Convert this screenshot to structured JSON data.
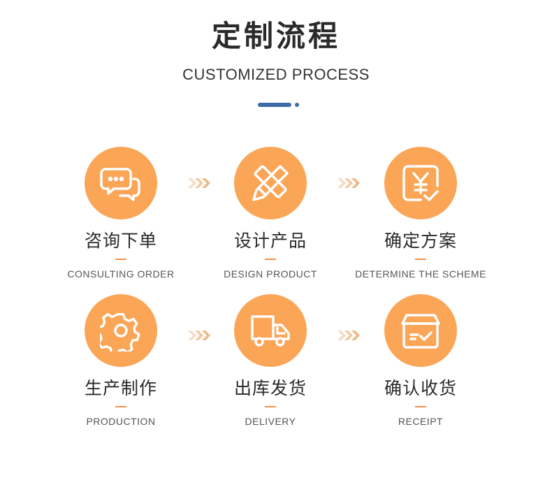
{
  "header": {
    "title": "定制流程",
    "subtitle": "CUSTOMIZED PROCESS"
  },
  "colors": {
    "circle": "#fba557",
    "accent_line": "#f5914a",
    "title_bar": "#3d6ba6",
    "arrow": "#f2c9a0"
  },
  "steps": [
    {
      "title": "咨询下单",
      "subtitle": "CONSULTING ORDER",
      "icon": "chat-bubbles-icon"
    },
    {
      "title": "设计产品",
      "subtitle": "DESIGN PRODUCT",
      "icon": "pencil-ruler-icon"
    },
    {
      "title": "确定方案",
      "subtitle": "DETERMINE THE SCHEME",
      "icon": "yen-check-icon"
    },
    {
      "title": "生产制作",
      "subtitle": "PRODUCTION",
      "icon": "gear-icon"
    },
    {
      "title": "出库发货",
      "subtitle": "DELIVERY",
      "icon": "truck-icon"
    },
    {
      "title": "确认收货",
      "subtitle": "RECEIPT",
      "icon": "box-check-icon"
    }
  ]
}
